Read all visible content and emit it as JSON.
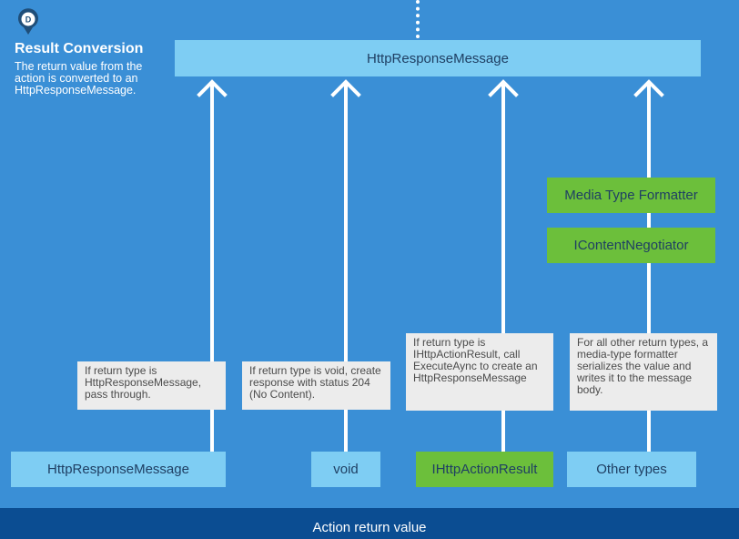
{
  "badge_letter": "D",
  "title": "Result Conversion",
  "description": "The return value from the action is converted to an HttpResponseMessage.",
  "top_box_label": "HttpResponseMessage",
  "footer_label": "Action return value",
  "bottom_boxes": [
    {
      "label": "HttpResponseMessage"
    },
    {
      "label": "void"
    },
    {
      "label": "IHttpActionResult"
    },
    {
      "label": "Other types"
    }
  ],
  "notes": [
    {
      "text": "If return type is HttpResponseMessage, pass through."
    },
    {
      "text": "If return type is void, create response with status 204 (No Content)."
    },
    {
      "text": "If return type is IHttpActionResult, call ExecuteAync to create an HttpResponseMessage"
    },
    {
      "text": "For all other return types, a media-type formatter serializes the value and writes it to the message body."
    }
  ],
  "green_boxes": [
    {
      "label": "Media Type Formatter"
    },
    {
      "label": "IContentNegotiator"
    }
  ],
  "colors": {
    "panel": "#3a8fd6",
    "footer": "#0b4d92",
    "light_blue_box": "#7ecdf3",
    "green_box": "#6cbf3b",
    "note": "#ececec"
  }
}
